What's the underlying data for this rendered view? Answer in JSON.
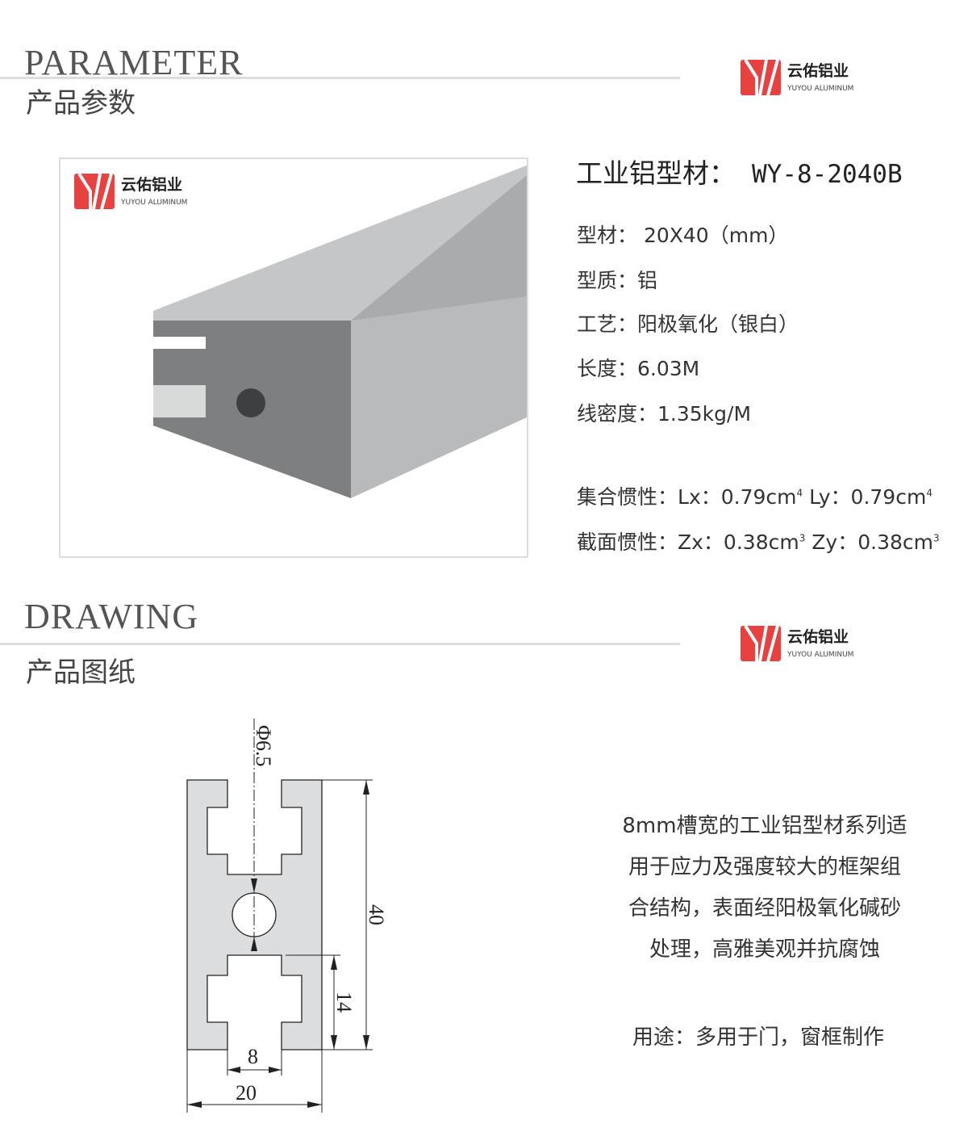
{
  "logo": {
    "name": "云佑铝业",
    "sub": "YUYOU ALUMINUM",
    "color": "#e8413f"
  },
  "parameter": {
    "en": "PARAMETER",
    "cn": "产品参数"
  },
  "drawing": {
    "en": "DRAWING",
    "cn": "产品图纸"
  },
  "product": {
    "label": "工业铝型材：",
    "model": "WY-8-2040B"
  },
  "specs": [
    {
      "label": "型材：",
      "value": " 20X40（mm）"
    },
    {
      "label": "型质：",
      "value": "铝"
    },
    {
      "label": "工艺：",
      "value": "阳极氧化（银白）"
    },
    {
      "label": "长度：",
      "value": "6.03M"
    },
    {
      "label": "线密度：",
      "value": "1.35kg/M"
    }
  ],
  "inertia": {
    "label": "集合惯性：",
    "lx": "Lx：0.79cm",
    "lx_exp": "4",
    "ly": "Ly：0.79cm",
    "ly_exp": "4"
  },
  "section": {
    "label": "截面惯性：",
    "zx": "Zx：0.38cm",
    "zx_exp": "3",
    "zy": "Zy：0.38cm",
    "zy_exp": "3"
  },
  "description": [
    "8mm槽宽的工业铝型材系列适",
    "用于应力及强度较大的框架组",
    "合结构，表面经阳极氧化碱砂",
    "处理，高雅美观并抗腐蚀"
  ],
  "usage": "用途：多用于门，窗框制作",
  "dims": {
    "hole": "Φ6.5",
    "height": "40",
    "slot_depth": "14",
    "slot": "8",
    "width": "20"
  }
}
